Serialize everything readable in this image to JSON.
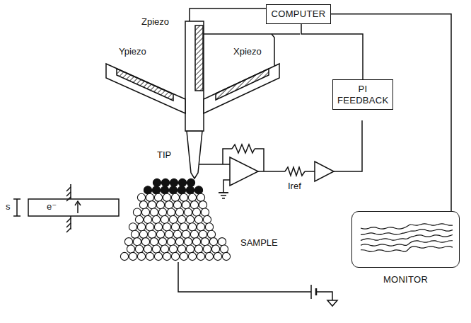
{
  "diagram": {
    "nodes": [
      {
        "text": [
          "COMPUTER"
        ]
      },
      {
        "text": [
          "PI FEEDBACK"
        ]
      },
      {
        "text": [
          "MONITOR"
        ]
      }
    ],
    "edges": [
      {
        "from": 0,
        "to": 1,
        "arrow": "none"
      },
      {
        "from": 0,
        "to": 2,
        "arrow": "none"
      }
    ],
    "labels": [
      "Zpiezo",
      "Ypiezo",
      "Xpiezo",
      "TIP",
      "SAMPLE",
      "s",
      "e⁻",
      "Iref"
    ]
  }
}
